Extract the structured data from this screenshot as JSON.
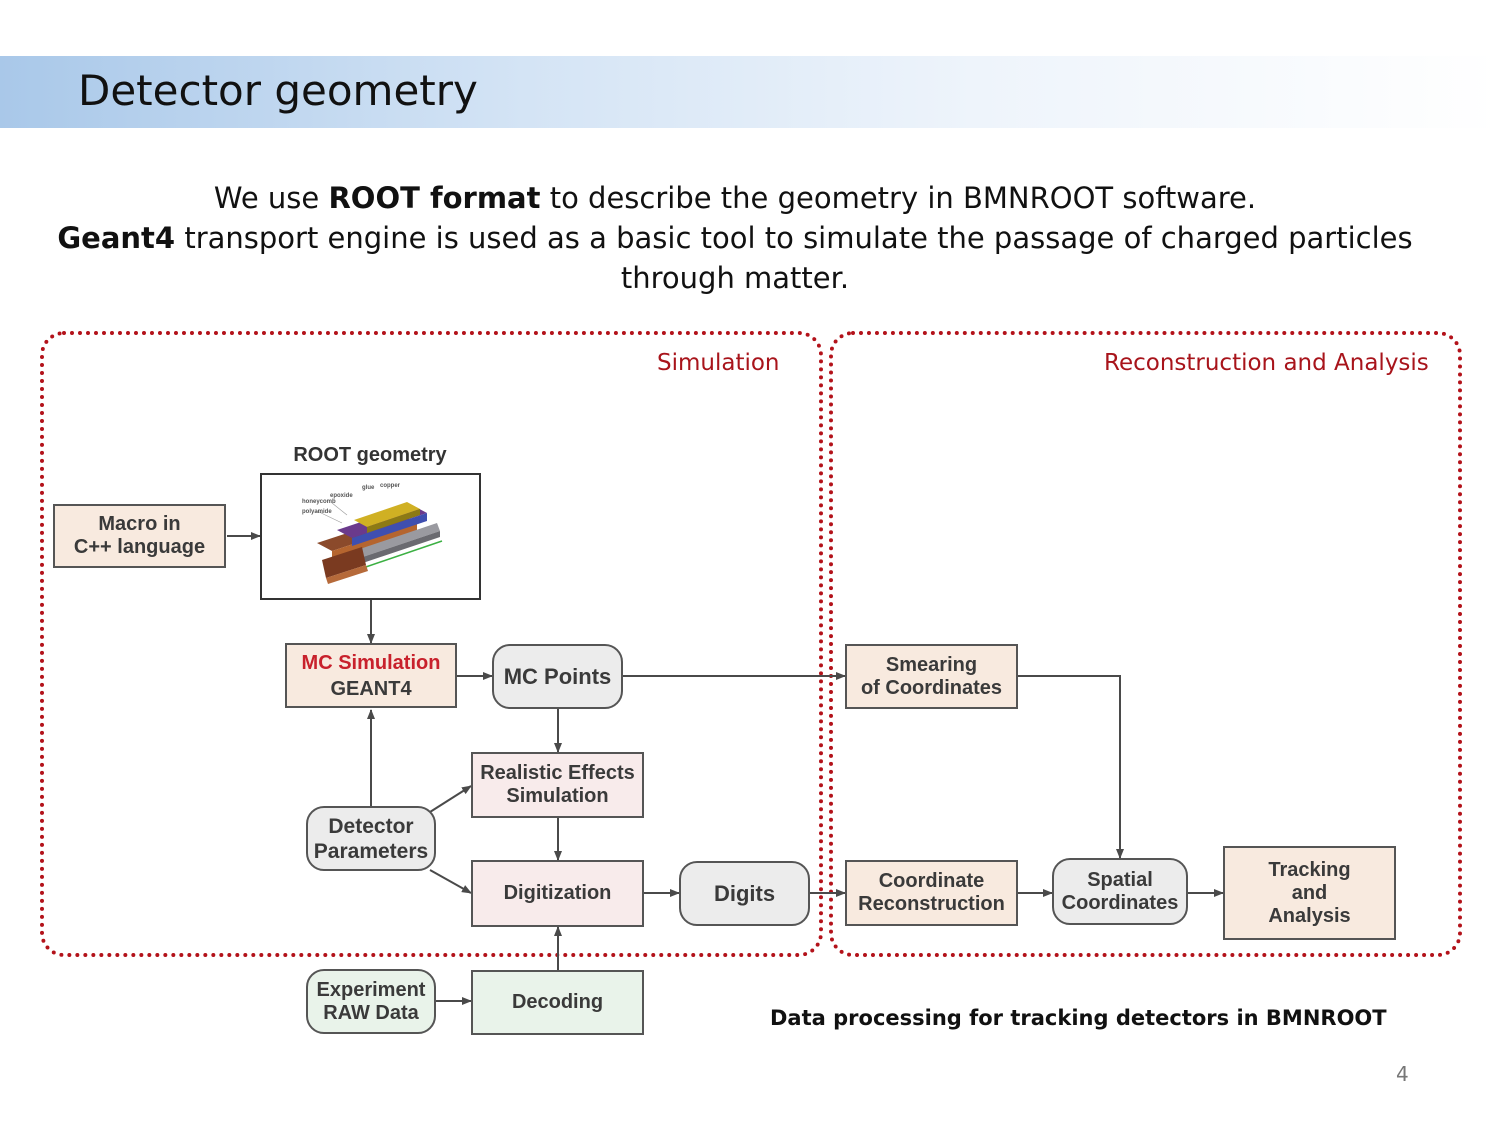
{
  "slide": {
    "title": "Detector geometry",
    "page_number": "4"
  },
  "intro": {
    "line1_pre": "We use ",
    "line1_bold": "ROOT format",
    "line1_post": " to describe the geometry in BMNROOT software.",
    "line2_bold": "Geant4",
    "line2_post": " transport engine is used as a basic tool to simulate the passage of charged particles through matter."
  },
  "regions": {
    "simulation": "Simulation",
    "reconstruction": "Reconstruction and Analysis"
  },
  "nodes": {
    "macro": {
      "line1": "Macro in",
      "line2": "C++ language"
    },
    "root_geometry": {
      "label": "ROOT geometry",
      "parts": [
        "copper",
        "glue",
        "epoxide",
        "honeycomb",
        "polyamide"
      ]
    },
    "mc_simulation": {
      "line1": "MC Simulation",
      "line2": "GEANT4"
    },
    "mc_points": "MC Points",
    "realistic_effects": {
      "line1": "Realistic Effects",
      "line2": "Simulation"
    },
    "detector_parameters": {
      "line1": "Detector",
      "line2": "Parameters"
    },
    "digitization": "Digitization",
    "digits": "Digits",
    "experiment_raw": {
      "line1": "Experiment",
      "line2": "RAW Data"
    },
    "decoding": "Decoding",
    "smearing": {
      "line1": "Smearing",
      "line2": "of Coordinates"
    },
    "coordinate_reconstruction": {
      "line1": "Coordinate",
      "line2": "Reconstruction"
    },
    "spatial_coordinates": {
      "line1": "Spatial",
      "line2": "Coordinates"
    },
    "tracking": {
      "line1": "Tracking",
      "line2": "and",
      "line3": "Analysis"
    }
  },
  "caption": "Data processing for tracking detectors in BMNROOT",
  "colors": {
    "region_border": "#b3121a",
    "region_label": "#a8141b",
    "mc_simulation_text": "#c8212c",
    "peach_fill": "#f8eadf",
    "pink_fill": "#f8ebeb",
    "green_fill": "#e9f3ea",
    "rounded_fill": "#ececec"
  }
}
